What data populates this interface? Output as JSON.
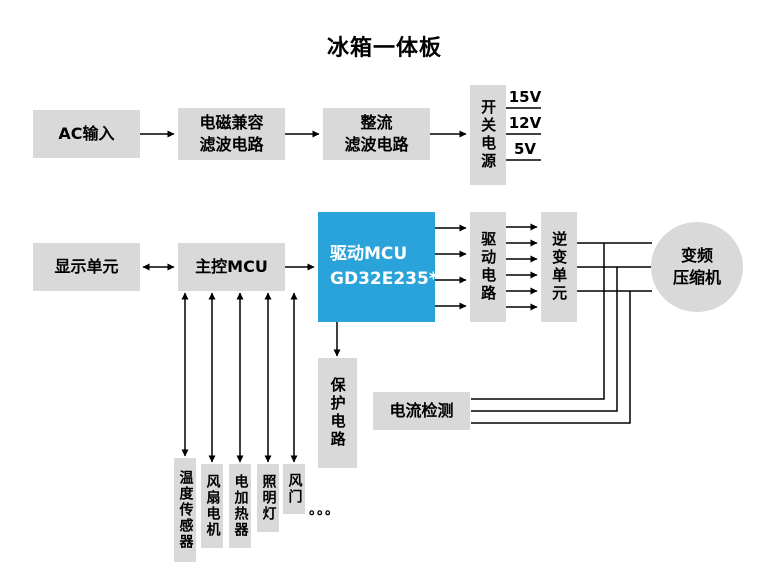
{
  "title": "冰箱一体板",
  "colors": {
    "node_fill": "#d9d9d9",
    "accent_fill": "#29a3d9",
    "accent_text": "#ffffff",
    "text": "#000000",
    "line": "#000000"
  },
  "nodes": {
    "ac_input": "AC输入",
    "emc_filter": "电磁兼容\n滤波电路",
    "rectifier_filter": "整流\n滤波电路",
    "switching_power": "开关电源",
    "display_unit": "显示单元",
    "main_mcu": "主控MCU",
    "drive_mcu": "驱动MCU\nGD32E235*",
    "drive_circuit": "驱动电路",
    "inverter_unit": "逆变单元",
    "compressor": "变频\n压缩机",
    "protection_circuit": "保护电路",
    "current_detection": "电流检测",
    "temperature_sensor": "温度传感器",
    "fan_motor": "风扇电机",
    "electric_heater": "电加热器",
    "lighting": "照明灯",
    "air_damper": "风门",
    "more_ellipsis": "。。。"
  },
  "power_rails": [
    "15V",
    "12V",
    "5V"
  ]
}
